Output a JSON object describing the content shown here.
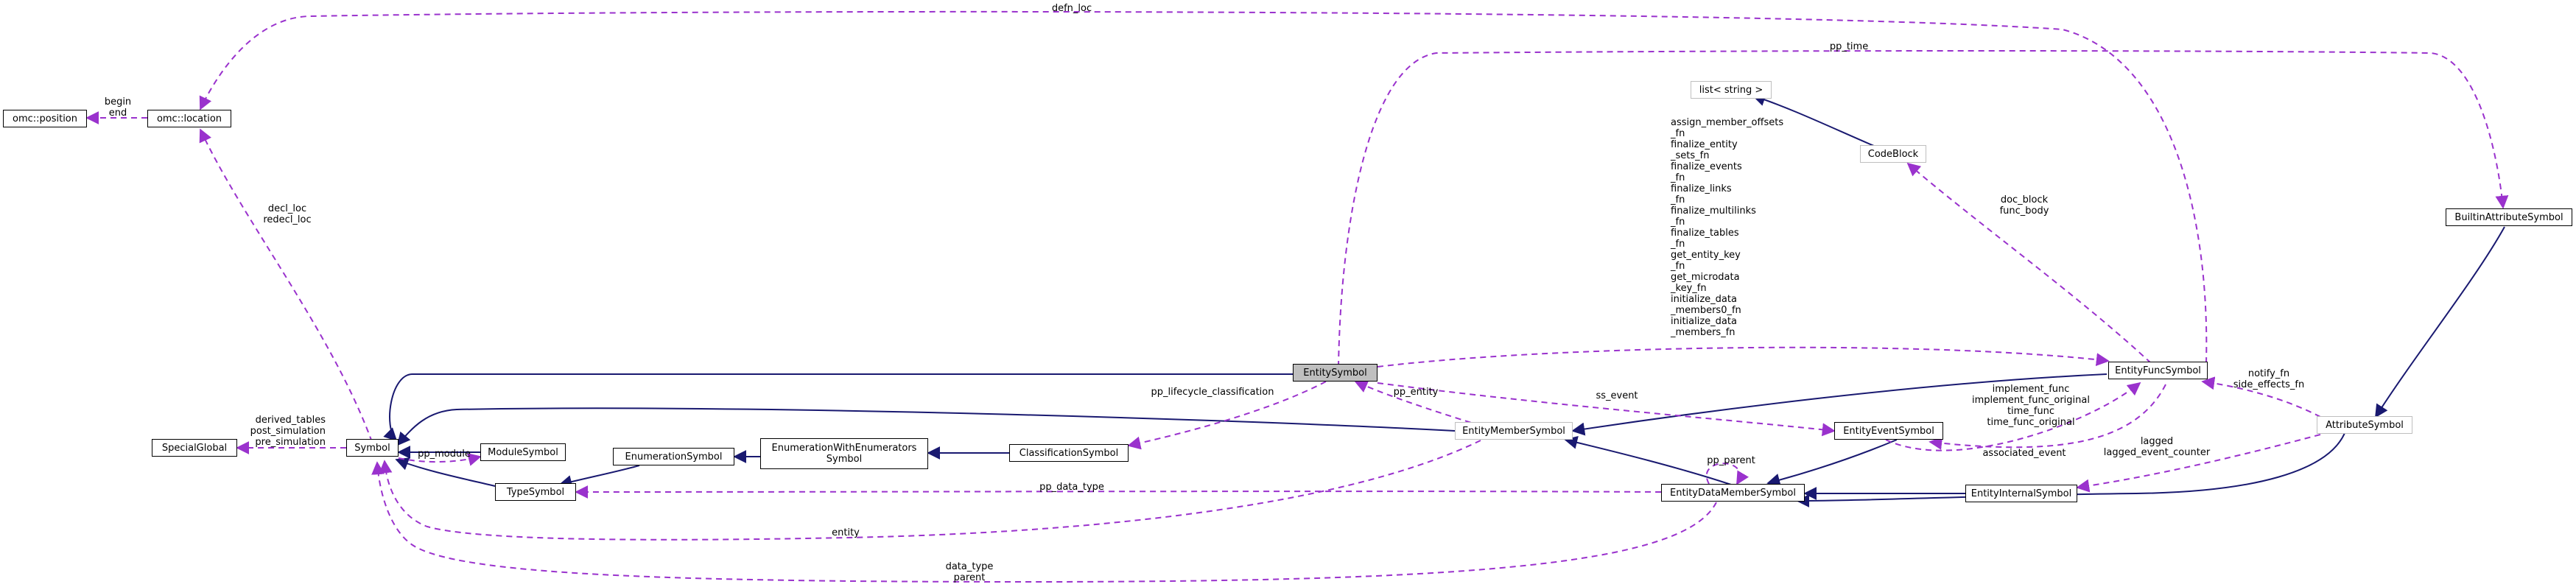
{
  "nodes": {
    "omc_position": "omc::position",
    "omc_location": "omc::location",
    "special_global": "SpecialGlobal",
    "symbol": "Symbol",
    "module_symbol": "ModuleSymbol",
    "type_symbol": "TypeSymbol",
    "enumeration_symbol": "EnumerationSymbol",
    "enumeration_with_enumerators_symbol": "EnumerationWithEnumerators\nSymbol",
    "classification_symbol": "ClassificationSymbol",
    "entity_symbol": "EntitySymbol",
    "entity_member_symbol": "EntityMemberSymbol",
    "entity_data_member_symbol": "EntityDataMemberSymbol",
    "entity_event_symbol": "EntityEventSymbol",
    "entity_internal_symbol": "EntityInternalSymbol",
    "entity_func_symbol": "EntityFuncSymbol",
    "code_block": "CodeBlock",
    "list_string": "list< string >",
    "builtin_attribute_symbol": "BuiltinAttributeSymbol",
    "attribute_symbol": "AttributeSymbol"
  },
  "edge_labels": {
    "defn_loc": "defn_loc",
    "pp_time": "pp_time",
    "begin_end": "begin\nend",
    "decl_redecl": "decl_loc\nredecl_loc",
    "derived_tables": "derived_tables\npost_simulation\npre_simulation",
    "pp_module": "pp_module",
    "pp_lifecycle": "pp_lifecycle_classification",
    "pp_entity": "pp_entity",
    "ss_event": "ss_event",
    "pp_data_type": "pp_data_type",
    "entity": "entity",
    "data_type_parent": "data_type\nparent",
    "pp_parent": "pp_parent",
    "func_members": "assign_member_offsets\n_fn\nfinalize_entity\n_sets_fn\nfinalize_events\n_fn\nfinalize_links\n_fn\nfinalize_multilinks\n_fn\nfinalize_tables\n_fn\nget_entity_key\n_fn\nget_microdata\n_key_fn\ninitialize_data\n_members0_fn\ninitialize_data\n_members_fn",
    "doc_block": "doc_block\nfunc_body",
    "implement_func": "implement_func\nimplement_func_original\ntime_func\ntime_func_original",
    "associated_event": "associated_event",
    "notify_fn": "notify_fn\nside_effects_fn",
    "lagged": "lagged\nlagged_event_counter"
  },
  "colors": {
    "inheritance": "#191970",
    "usage": "#9a32cd",
    "node_border": "#000000",
    "external_border": "#bfbfbf",
    "current_fill": "#bfbfbf"
  }
}
